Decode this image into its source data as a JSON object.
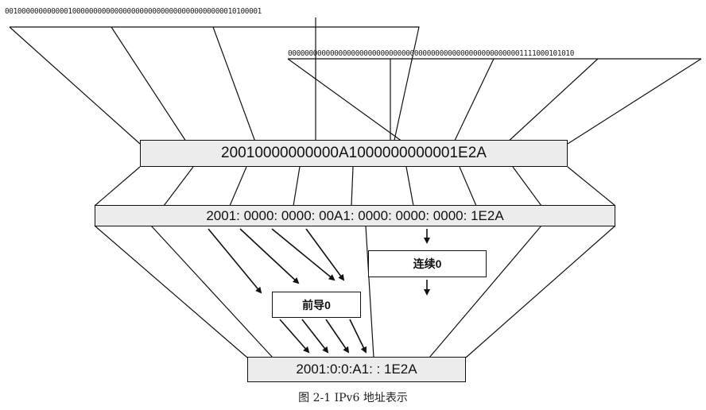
{
  "binary_top": "0010000000000001000000000000000000000000000000000000010100001",
  "binary_bottom": "00000000000000000000000000000000000000000000000000000001111000101010",
  "hex_block": "20010000000000A1000000000001E2A",
  "full_address": "2001: 0000: 0000: 00A1: 0000: 0000: 0000: 1E2A",
  "compressed_address": "2001:0:0:A1: : 1E2A",
  "label_leading_zero": "前导0",
  "label_consecutive_zero": "连续0",
  "caption": "图 2-1    IPv6 地址表示",
  "colors": {
    "line": "#111111",
    "box_fill": "#ececec"
  }
}
